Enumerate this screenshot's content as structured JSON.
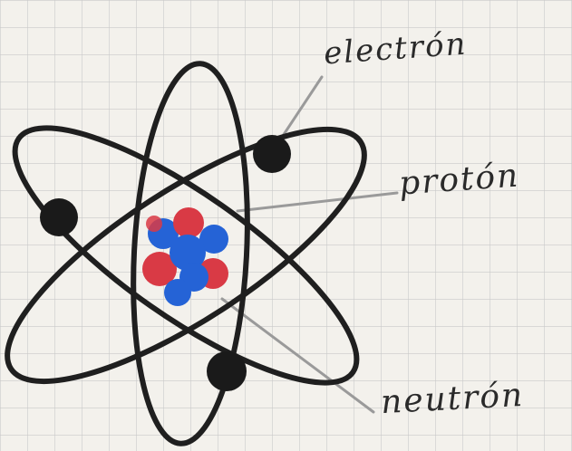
{
  "labels": {
    "electron": "electrón",
    "proton": "protón",
    "neutron": "neutrón"
  },
  "colors": {
    "paper": "#f3f1ec",
    "grid": "#c9c9c9",
    "orbit": "#1f1f1f",
    "electron": "#1a1a1a",
    "proton": "#d93a45",
    "neutron": "#2563d6",
    "leader": "#9a9a9a"
  }
}
